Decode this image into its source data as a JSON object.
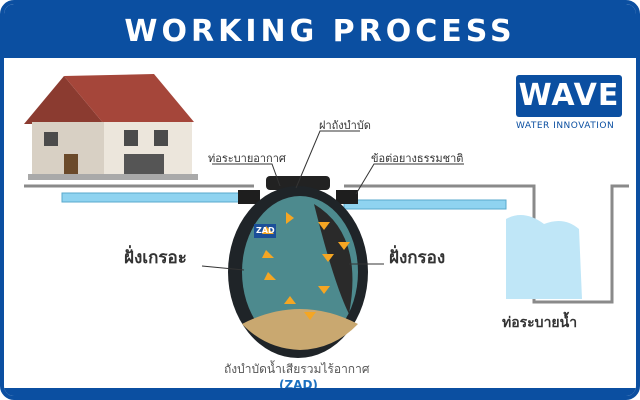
{
  "header": {
    "title": "WORKING PROCESS"
  },
  "logo": {
    "brand": "WAVE",
    "tagline": "WATER INNOVATION"
  },
  "labels": {
    "vent_pipe": "ท่อระบายอากาศ",
    "tank_lid": "ฝาถังบำบัด",
    "rubber_joint": "ข้อต่อยางธรรมชาติ",
    "sedimentation": "ฝั่งเกรอะ",
    "filtration": "ฝั่งกรอง",
    "drain": "ท่อระบายน้ำ",
    "tank_name": "ถังบำบัดน้ำเสียรวมไร้อากาศ",
    "tank_code": "(ZAD)",
    "tank_badge": "ZAD"
  },
  "colors": {
    "brand": "#0b4fa1",
    "pipe": "#8fd3f0",
    "ground": "#8a8a8a",
    "arrow": "#f5a623"
  }
}
